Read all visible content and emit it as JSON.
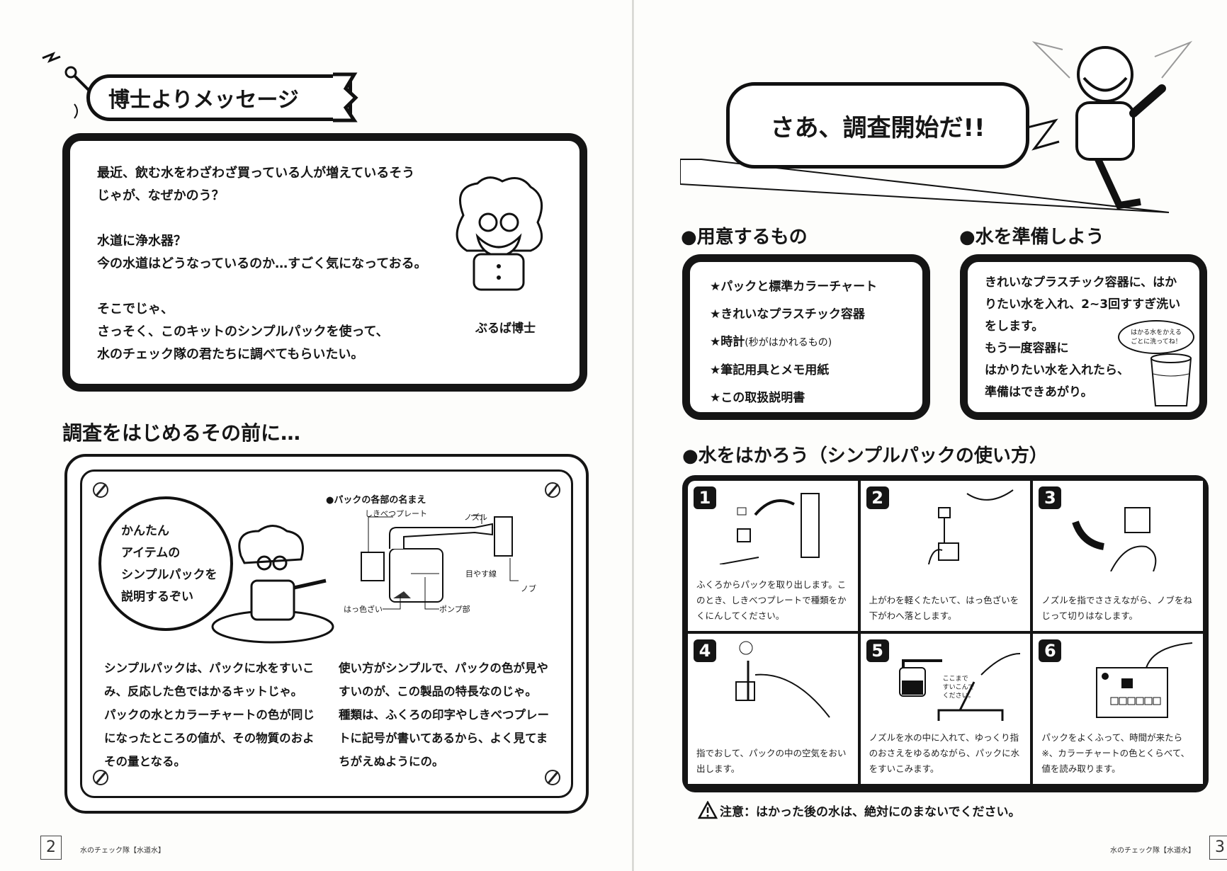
{
  "left_page": {
    "banner_title": "博士よりメッセージ",
    "message": {
      "p1": [
        "最近、飲む水をわざわざ買っている人が増えているそう",
        "じゃが、なぜかのう？"
      ],
      "p2": [
        "水道に浄水器？",
        "今の水道はどうなっているのか…すごく気になっておる。"
      ],
      "p3": [
        "そこでじゃ、",
        "さっそく、このキットのシンプルパックを使って、",
        "水のチェック隊の君たちに調べてもらいたい。"
      ],
      "character_name": "ぶるば博士"
    },
    "section_title": "調査をはじめるその前に…",
    "speech": [
      "かんたん",
      "アイテムの",
      "シンプルパックを",
      "説明するぞい"
    ],
    "diagram": {
      "title": "●パックの各部の名まえ",
      "labels": {
        "plate": "しきべつプレート",
        "nozzle": "ノズル",
        "line": "目やす線",
        "knob": "ノブ",
        "reagent": "はっ色ざい",
        "pump": "ポンプ部"
      }
    },
    "body_left": [
      "シンプルパックは、パックに水をすいこ",
      "み、反応した色ではかるキットじゃ。",
      "パックの水とカラーチャートの色が同じ",
      "になったところの値が、その物質のおよ",
      "その量となる。"
    ],
    "body_right": [
      "使い方がシンプルで、パックの色が見や",
      "すいのが、この製品の特長なのじゃ。",
      "種類は、ふくろの印字やしきべつプレー",
      "トに記号が書いてあるから、よく見てま",
      "ちがえぬようにの。"
    ],
    "page_number": "2",
    "footer": "水のチェック隊【水道水】"
  },
  "right_page": {
    "bubble_title": "さあ、調査開始だ!!",
    "prepare": {
      "title": "●用意するもの",
      "items": [
        "★パックと標準カラーチャート",
        "★きれいなプラスチック容器",
        "★時計",
        "★筆記用具とメモ用紙",
        "★この取扱説明書"
      ],
      "clock_note": "(秒がはかれるもの)"
    },
    "water": {
      "title": "●水を準備しよう",
      "lines": [
        "きれいなプラスチック容器に、はか",
        "りたい水を入れ、2~3回すすぎ洗い",
        "をします。",
        "もう一度容器に",
        "はかりたい水を入れたら、",
        "準備はできあがり。"
      ],
      "cup_bubble": [
        "はかる水をかえる",
        "ごとに洗ってね！"
      ]
    },
    "measure_title": "●水をはかろう（シンプルパックの使い方）",
    "steps": [
      {
        "num": "1",
        "text": "ふくろからパックを取り出します。このとき、しきべつプレートで種類をかくにんしてください。"
      },
      {
        "num": "2",
        "text": "上がわを軽くたたいて、はっ色ざいを下がわへ落とします。"
      },
      {
        "num": "3",
        "text": "ノズルを指でささえながら、ノブをねじって切りはなします。"
      },
      {
        "num": "4",
        "text": "指でおして、パックの中の空気をおい出します。"
      },
      {
        "num": "5",
        "text": "ノズルを水の中に入れて、ゆっくり指のおさえをゆるめながら、パックに水をすいこみます。",
        "note": [
          "ここまで",
          "すいこんで",
          "ください。"
        ]
      },
      {
        "num": "6",
        "text": "パックをよくふって、時間が来たら※、カラーチャートの色とくらべて、値を読み取ります。"
      }
    ],
    "caution": "注意：はかった後の水は、絶対にのまないでください。",
    "page_number": "3",
    "footer": "水のチェック隊【水道水】"
  }
}
